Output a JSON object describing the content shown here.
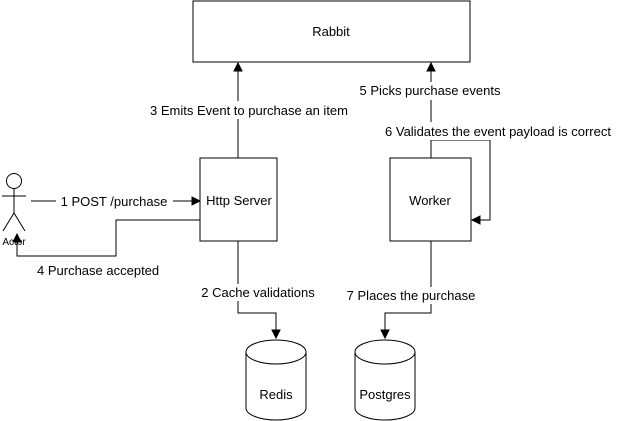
{
  "nodes": {
    "rabbit": "Rabbit",
    "http_server": "Http Server",
    "worker": "Worker",
    "redis": "Redis",
    "postgres": "Postgres",
    "actor": "Actor"
  },
  "edges": {
    "post_purchase": "1 POST /purchase",
    "cache_validations": "2 Cache validations",
    "emits_event": "3 Emits Event to purchase an item",
    "purchase_accepted": "4 Purchase accepted",
    "picks_events": "5 Picks purchase events",
    "validates_payload": "6 Validates the event payload is correct",
    "places_purchase": "7 Places the purchase"
  }
}
